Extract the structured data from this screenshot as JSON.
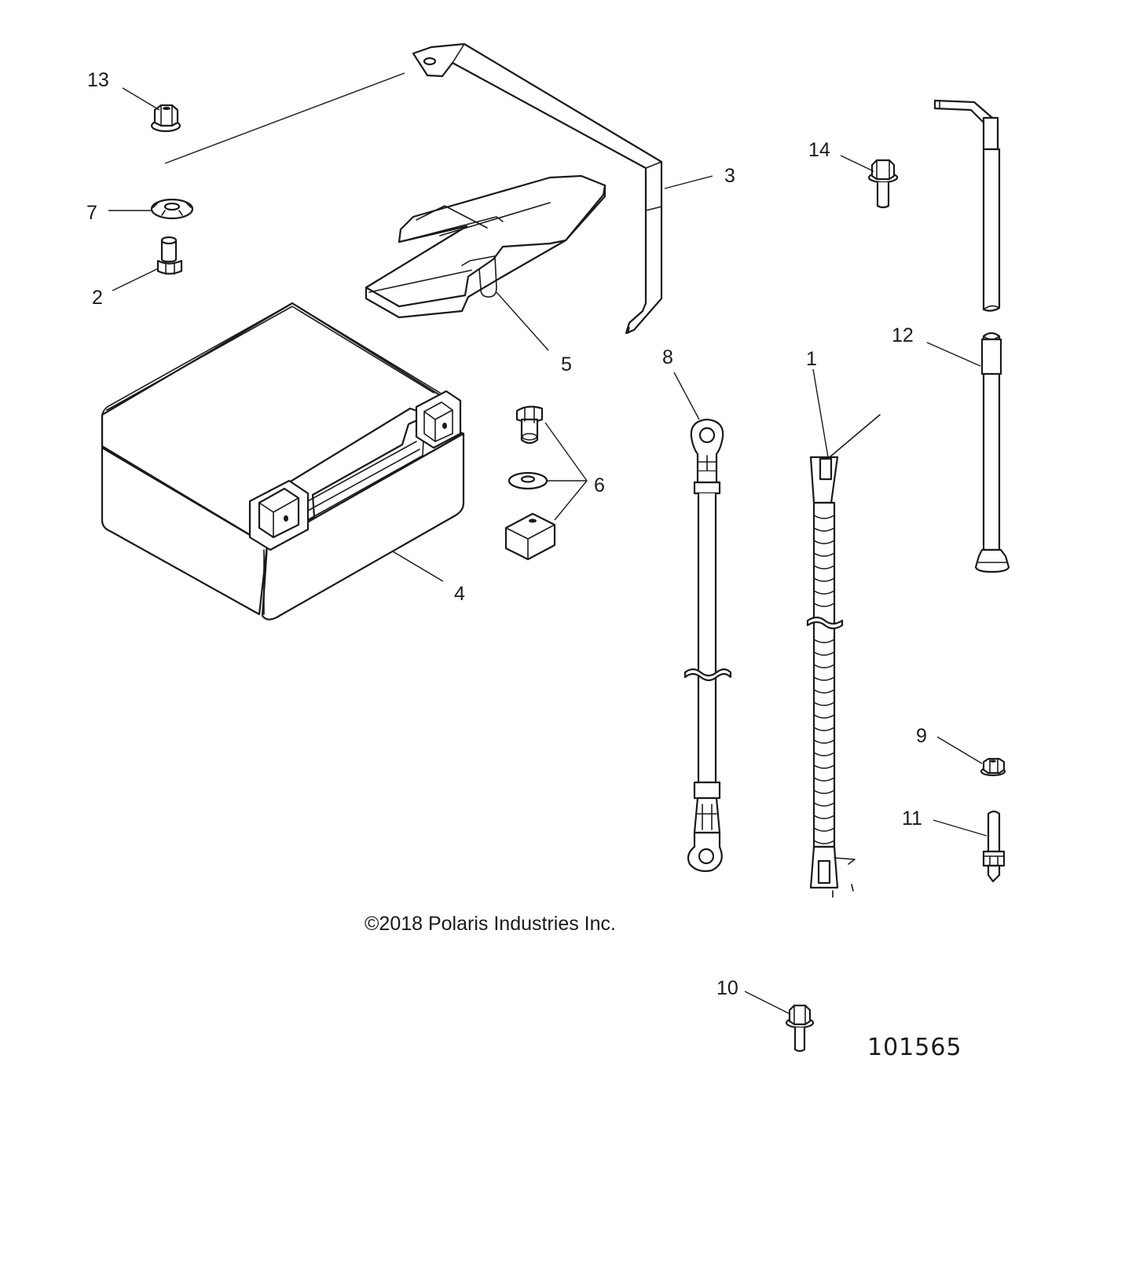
{
  "diagram": {
    "callouts": [
      {
        "id": "1",
        "label": "1"
      },
      {
        "id": "2",
        "label": "2"
      },
      {
        "id": "3",
        "label": "3"
      },
      {
        "id": "4",
        "label": "4"
      },
      {
        "id": "5",
        "label": "5"
      },
      {
        "id": "6",
        "label": "6"
      },
      {
        "id": "7",
        "label": "7"
      },
      {
        "id": "8",
        "label": "8"
      },
      {
        "id": "9",
        "label": "9"
      },
      {
        "id": "10",
        "label": "10"
      },
      {
        "id": "11",
        "label": "11"
      },
      {
        "id": "12",
        "label": "12"
      },
      {
        "id": "13",
        "label": "13"
      },
      {
        "id": "14",
        "label": "14"
      }
    ],
    "copyright": "©2018 Polaris Industries Inc.",
    "figure_number": "101565"
  }
}
